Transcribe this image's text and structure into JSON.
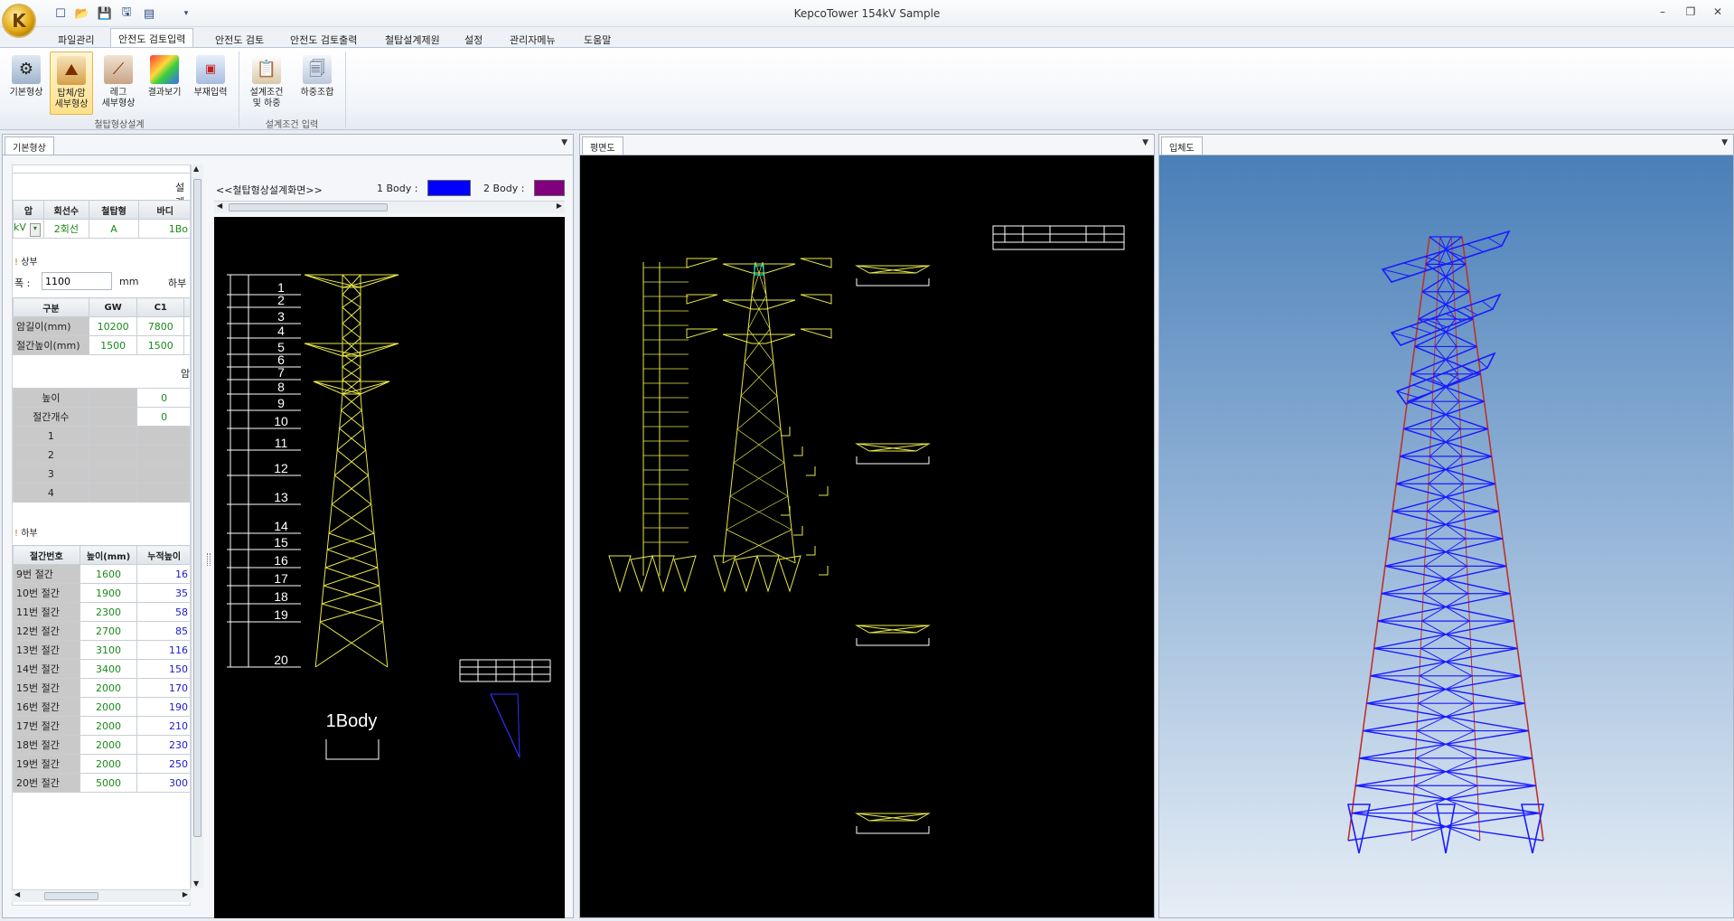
{
  "app": {
    "title": "KepcoTower 154kV Sample",
    "orb_glyph": "K",
    "window_controls": [
      "–",
      "❐",
      "✕"
    ],
    "quick_access": [
      "new-icon",
      "open-icon",
      "save-icon",
      "save-as-icon",
      "print-icon",
      "customize-icon"
    ]
  },
  "menu": {
    "tabs": [
      "파일관리",
      "안전도 검토입력",
      "안전도 검토",
      "안전도 검토출력",
      "철탑설계제원",
      "설정",
      "관리자메뉴",
      "도움말"
    ],
    "active_index": 1
  },
  "ribbon": {
    "buttons": [
      {
        "label": "기본형상",
        "icon": "basic-shape-icon"
      },
      {
        "label": "탑체/암\n세부형상",
        "icon": "tower-detail-icon"
      },
      {
        "label": "레그\n세부형상",
        "icon": "leg-detail-icon"
      },
      {
        "label": "결과보기",
        "icon": "result-view-icon"
      },
      {
        "label": "부재입력",
        "icon": "member-input-icon"
      },
      {
        "label": "설계조건\n및 하중",
        "icon": "design-condition-icon"
      },
      {
        "label": "하중조합",
        "icon": "load-combination-icon"
      }
    ],
    "groups": [
      "철탑형상설계",
      "설계조건 입력"
    ],
    "selected_index": 1
  },
  "left_panel": {
    "tab": "기본형상",
    "top_cut_label": "설계",
    "grid1": {
      "headers": [
        "압",
        "회선수",
        "철탑형",
        "바디"
      ],
      "row": [
        "kV",
        "2회선",
        "A",
        "1Bo"
      ]
    },
    "upper_section": "상부",
    "width_label": "폭 :",
    "width_value": "1100",
    "width_unit": "mm",
    "lower_side_label": "하부",
    "grid2": {
      "headers": [
        "구분",
        "GW",
        "C1"
      ],
      "rows": [
        [
          "암길이(mm)",
          "10200",
          "7800"
        ],
        [
          "절간높이(mm)",
          "1500",
          "1500"
        ]
      ]
    },
    "arm_label": "암",
    "grid3": {
      "rows": [
        [
          "높이",
          "",
          "0"
        ],
        [
          "절간개수",
          "",
          "0"
        ],
        [
          "1",
          "",
          ""
        ],
        [
          "2",
          "",
          ""
        ],
        [
          "3",
          "",
          ""
        ],
        [
          "4",
          "",
          ""
        ]
      ]
    },
    "lower_section": "하부",
    "grid4": {
      "headers": [
        "절간번호",
        "높이(mm)",
        "누적높이"
      ],
      "rows": [
        [
          "9번 절간",
          "1600",
          "16"
        ],
        [
          "10번 절간",
          "1900",
          "35"
        ],
        [
          "11번 절간",
          "2300",
          "58"
        ],
        [
          "12번 절간",
          "2700",
          "85"
        ],
        [
          "13번 절간",
          "3100",
          "116"
        ],
        [
          "14번 절간",
          "3400",
          "150"
        ],
        [
          "15번 절간",
          "2000",
          "170"
        ],
        [
          "16번 절간",
          "2000",
          "190"
        ],
        [
          "17번 절간",
          "2000",
          "210"
        ],
        [
          "18번 절간",
          "2000",
          "230"
        ],
        [
          "19번 절간",
          "2000",
          "250"
        ],
        [
          "20번 절간",
          "5000",
          "300"
        ]
      ]
    },
    "design_header": "<<철탑형상설계화면>>",
    "body1_label": "1 Body :",
    "body2_label": "2 Body :",
    "body1_color": "#0000ff",
    "body2_color": "#800080",
    "panel_labels": [
      "1",
      "2",
      "3",
      "4",
      "5",
      "6",
      "7",
      "8",
      "9",
      "10",
      "11",
      "12",
      "13",
      "14",
      "15",
      "16",
      "17",
      "18",
      "19",
      "20"
    ],
    "body_caption": "1Body"
  },
  "mid_panel": {
    "tab": "평면도"
  },
  "right_panel": {
    "tab": "입체도"
  },
  "colors": {
    "drawing_line": "#e8e84a",
    "tower_blue": "#1a1aff",
    "tower_red": "#c0302a"
  }
}
